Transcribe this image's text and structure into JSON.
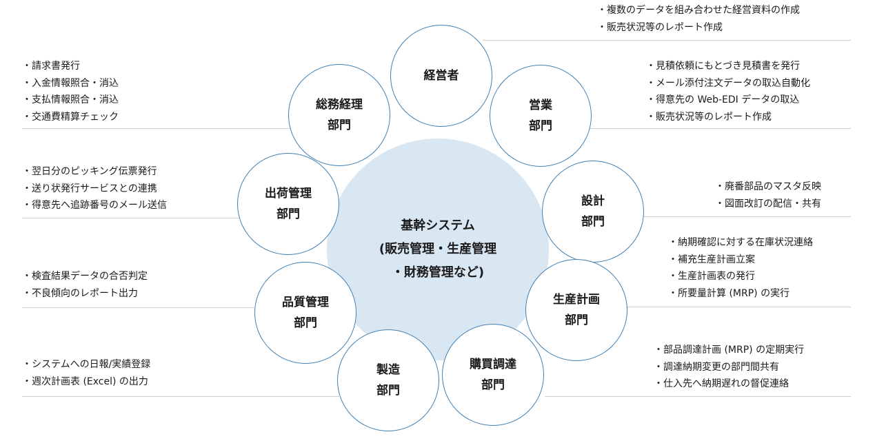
{
  "colors": {
    "node_border": "#3f7fb5",
    "center_fill": "#d9e7f3",
    "line": "#cfcfcf"
  },
  "center": {
    "lines": "基幹システム\n(販売管理・生産管理\n・財務管理など)"
  },
  "nodes": {
    "keiei": "経営者",
    "eigyo": "営業\n部門",
    "sekkei": "設計\n部門",
    "seisan_keikaku": "生産計画\n部門",
    "kobai": "購買調達\n部門",
    "seizo": "製造\n部門",
    "hinshitsu": "品質管理\n部門",
    "shukka": "出荷管理\n部門",
    "somu": "総務経理\n部門"
  },
  "notes": {
    "keiei": [
      "複数のデータを組み合わせた経営資料の作成",
      "販売状況等のレポート作成"
    ],
    "eigyo": [
      "見積依頼にもとづき見積書を発行",
      "メール添付注文データの取込自動化",
      "得意先の Web-EDI データの取込",
      "販売状況等のレポート作成"
    ],
    "sekkei": [
      "廃番部品のマスタ反映",
      "図面改訂の配信・共有"
    ],
    "seisan_keikaku": [
      "納期確認に対する在庫状況連絡",
      "補充生産計画立案",
      "生産計画表の発行",
      "所要量計算 (MRP) の実行"
    ],
    "kobai": [
      "部品調達計画 (MRP) の定期実行",
      "調達納期変更の部門間共有",
      "仕入先へ納期遅れの督促連絡"
    ],
    "somu": [
      "請求書発行",
      "入金情報照合・消込",
      "支払情報照合・消込",
      "交通費精算チェック"
    ],
    "shukka": [
      "翌日分のピッキング伝票発行",
      "送り状発行サービスとの連携",
      "得意先へ追跡番号のメール送信"
    ],
    "hinshitsu": [
      "検査結果データの合否判定",
      "不良傾向のレポート出力"
    ],
    "seizo": [
      "システムへの日報/実績登録",
      "週次計画表 (Excel) の出力"
    ]
  }
}
